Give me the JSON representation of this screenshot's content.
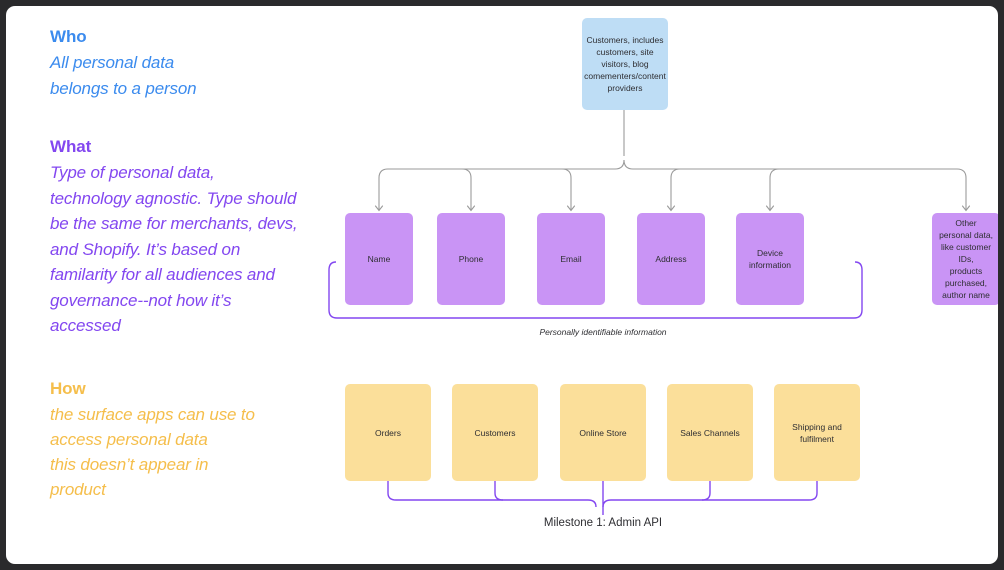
{
  "canvas": {
    "background": "#ffffff",
    "frame_color": "#2a2a2c"
  },
  "legend": {
    "who": {
      "title": "Who",
      "body": "All personal data\nbelongs to a person",
      "color": "#3B8BEE"
    },
    "what": {
      "title": "What",
      "body": "Type of personal data,\ntechnology agnostic. Type should\nbe the same for merchants, devs,\nand Shopify. It’s based on\nfamilarity for all audiences and\ngovernance--not how it’s\naccessed",
      "color": "#8347F0"
    },
    "how": {
      "title": "How",
      "body": "the surface apps can use to\naccess personal data\nthis doesn’t appear in\nproduct",
      "color": "#F5BE4B"
    }
  },
  "diagram": {
    "root": {
      "label": "Customers, includes\ncustomers, site\nvisitors, blog\ncomementers/content\nproviders",
      "color": "#BEDDF5"
    },
    "pii_nodes": [
      {
        "label": "Name",
        "color": "#C994F5"
      },
      {
        "label": "Phone",
        "color": "#C994F5"
      },
      {
        "label": "Email",
        "color": "#C994F5"
      },
      {
        "label": "Address",
        "color": "#C994F5"
      },
      {
        "label": "Device information",
        "color": "#C994F5"
      },
      {
        "label": "Other personal data,\nlike customer IDs,\nproducts purchased,\nauthor name",
        "color": "#C994F5"
      }
    ],
    "pii_caption": "Personally identifiable information",
    "surface_nodes": [
      {
        "label": "Orders",
        "color": "#FBDF9A"
      },
      {
        "label": "Customers",
        "color": "#FBDF9A"
      },
      {
        "label": "Online Store",
        "color": "#FBDF9A"
      },
      {
        "label": "Sales Channels",
        "color": "#FBDF9A"
      },
      {
        "label": "Shipping and fulfilment",
        "color": "#FBDF9A"
      }
    ],
    "milestone_caption": "Milestone 1: Admin API",
    "connector_color": "#9a9a9a",
    "bracket_color": "#8347F0"
  }
}
